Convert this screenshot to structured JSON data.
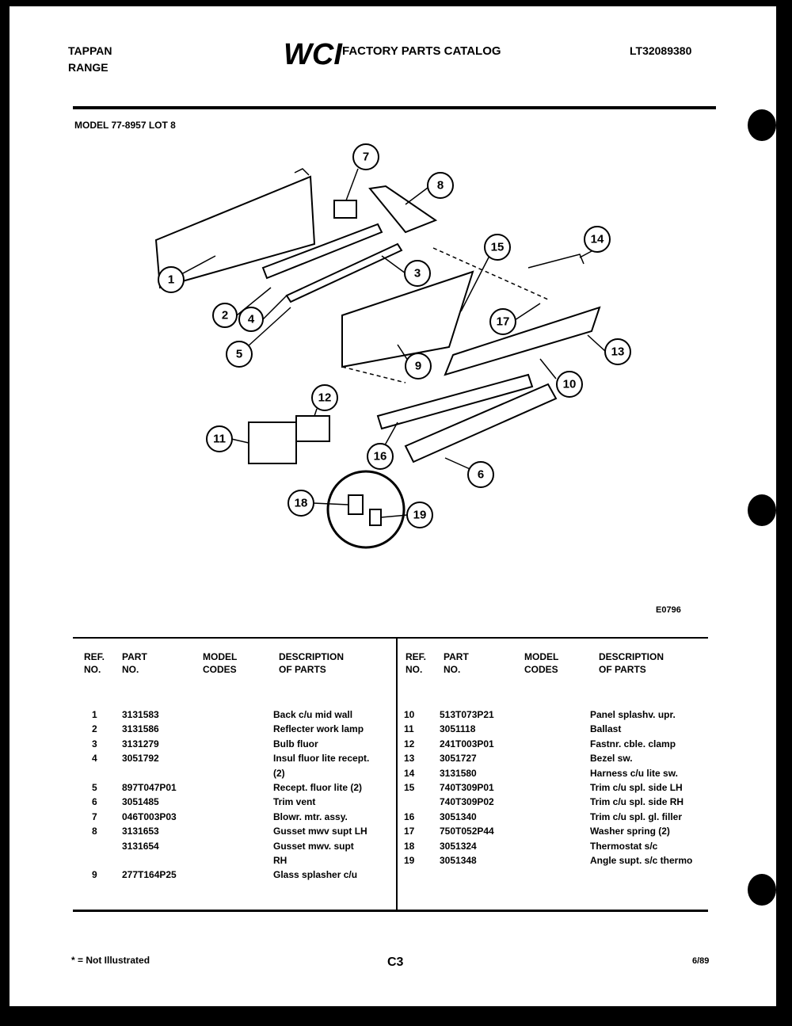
{
  "header": {
    "brand_line1": "TAPPAN",
    "brand_line2": "RANGE",
    "logo_text": "WCI",
    "catalog_title": "FACTORY PARTS CATALOG",
    "catalog_number": "LT32089380"
  },
  "model_line": "MODEL 77-8957 LOT 8",
  "diagram": {
    "figure_code": "E0796",
    "callouts": [
      "1",
      "2",
      "3",
      "4",
      "5",
      "6",
      "7",
      "8",
      "9",
      "10",
      "11",
      "12",
      "13",
      "14",
      "15",
      "16",
      "17",
      "18",
      "19"
    ]
  },
  "table": {
    "headers": {
      "ref": [
        "REF.",
        "NO."
      ],
      "part": [
        "PART",
        "NO."
      ],
      "model": [
        "MODEL",
        "CODES"
      ],
      "desc": [
        "DESCRIPTION",
        "OF PARTS"
      ]
    },
    "left": {
      "refs": [
        "1",
        "2",
        "3",
        "4",
        "",
        "5",
        "6",
        "7",
        "8",
        "",
        "",
        "9"
      ],
      "parts": [
        "3131583",
        "3131586",
        "3131279",
        "3051792",
        "",
        "897T047P01",
        "3051485",
        "046T003P03",
        "3131653",
        "3131654",
        "",
        "277T164P25"
      ],
      "descs": [
        "Back c/u mid wall",
        "Reflecter work lamp",
        "Bulb fluor",
        "Insul fluor lite recept.",
        "(2)",
        "Recept. fluor lite (2)",
        "Trim vent",
        "Blowr. mtr. assy.",
        "Gusset mwv supt LH",
        "Gusset mwv. supt",
        "RH",
        "Glass splasher c/u"
      ]
    },
    "right": {
      "refs": [
        "10",
        "11",
        "12",
        "13",
        "14",
        "15",
        "",
        "16",
        "17",
        "18",
        "19"
      ],
      "parts": [
        "513T073P21",
        "3051118",
        "241T003P01",
        "3051727",
        "3131580",
        "740T309P01",
        "740T309P02",
        "3051340",
        "750T052P44",
        "3051324",
        "3051348"
      ],
      "descs": [
        "Panel splashv. upr.",
        "Ballast",
        "Fastnr. cble. clamp",
        "Bezel sw.",
        "Harness c/u lite sw.",
        "Trim c/u spl. side LH",
        "Trim c/u spl. side RH",
        "Trim c/u spl. gl. filler",
        "Washer spring (2)",
        "Thermostat s/c",
        "Angle supt. s/c thermo"
      ]
    }
  },
  "footer": {
    "note": "* = Not Illustrated",
    "page": "C3",
    "date": "6/89"
  }
}
